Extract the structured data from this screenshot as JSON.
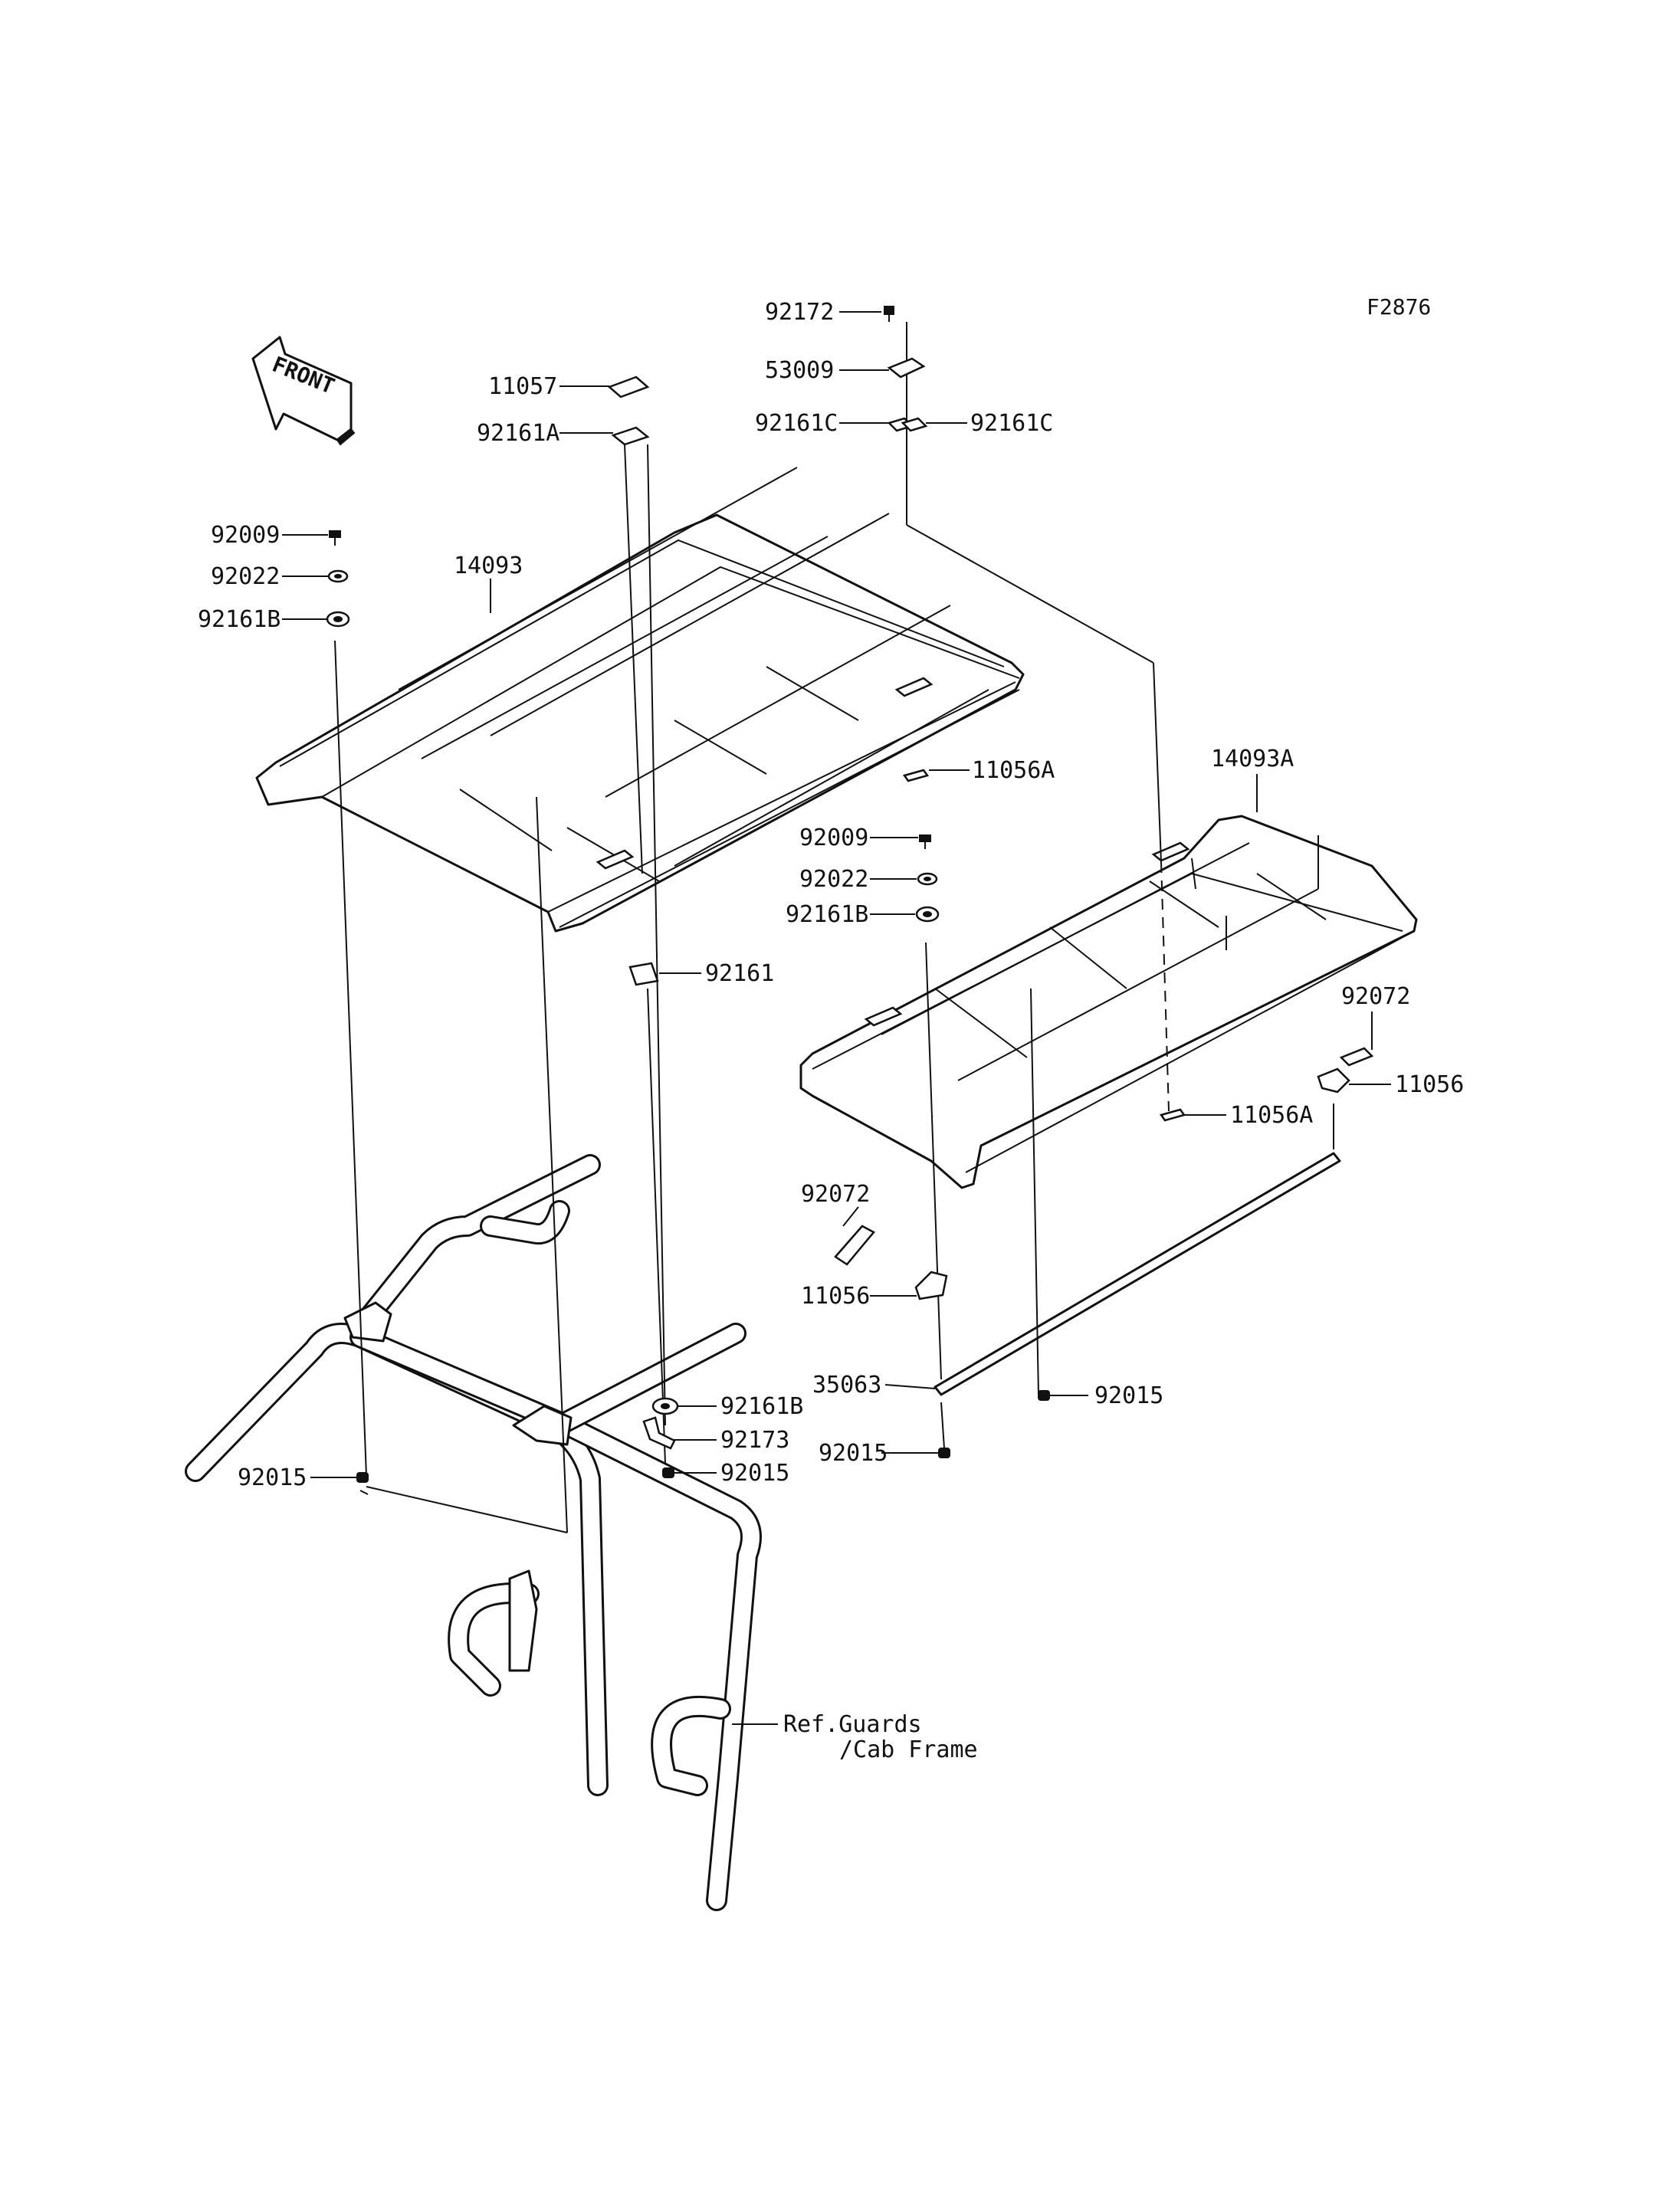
{
  "figure_code": "F2876",
  "front_badge": "FRONT",
  "labels": {
    "p92172": "92172",
    "p53009": "53009",
    "p92161C_left": "92161C",
    "p92161C_right": "92161C",
    "p11057": "11057",
    "p92161A": "92161A",
    "p92009_left": "92009",
    "p92022_left": "92022",
    "p92161B_left": "92161B",
    "p14093": "14093",
    "p11056A_upper": "11056A",
    "p14093A": "14093A",
    "p92009_mid": "92009",
    "p92022_mid": "92022",
    "p92161B_mid": "92161B",
    "p92161": "92161",
    "p92072_right": "92072",
    "p11056_right": "11056",
    "p11056A_lower": "11056A",
    "p92072_mid": "92072",
    "p11056_mid": "11056",
    "p35063": "35063",
    "p92015_right": "92015",
    "p92015_mid": "92015",
    "p92161B_lower": "92161B",
    "p92173": "92173",
    "p92015_center": "92015",
    "p92015_left": "92015",
    "ref_line1": "Ref.Guards",
    "ref_line2": "/Cab Frame"
  }
}
